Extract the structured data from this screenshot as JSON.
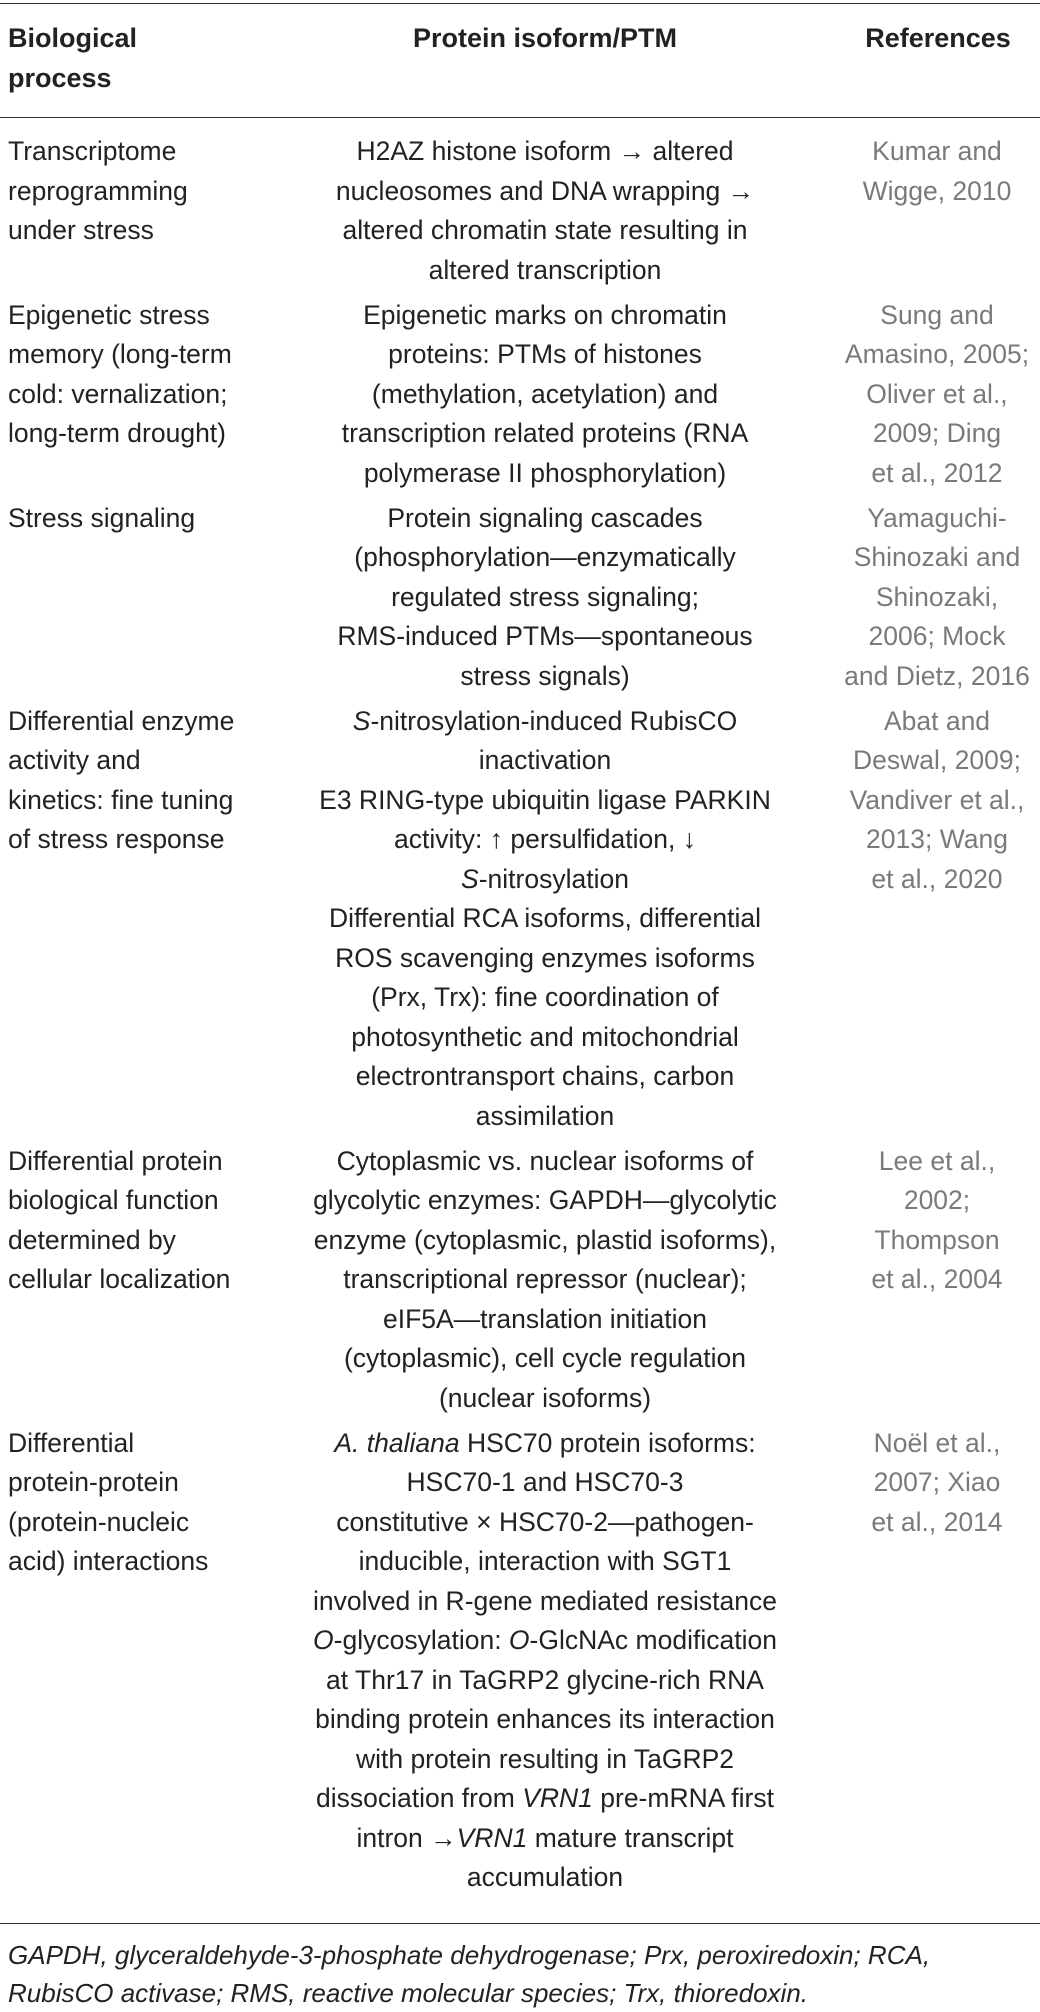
{
  "table": {
    "headers": {
      "biological_process_l1": "Biological",
      "biological_process_l2": "process",
      "protein_isoform": "Protein isoform/PTM",
      "references": "References"
    },
    "rows": [
      {
        "process": [
          "Transcriptome",
          "reprogramming",
          "under stress"
        ],
        "protein": [
          "H2AZ histone isoform → altered",
          "nucleosomes and DNA wrapping →",
          "altered chromatin state resulting in",
          "altered transcription"
        ],
        "refs": [
          "Kumar and",
          "Wigge, 2010"
        ]
      },
      {
        "process": [
          "Epigenetic stress",
          "memory (long-term",
          "cold: vernalization;",
          "long-term drought)"
        ],
        "protein": [
          "Epigenetic marks on chromatin",
          "proteins: PTMs of histones",
          "(methylation, acetylation) and",
          "transcription related proteins (RNA",
          "polymerase II phosphorylation)"
        ],
        "refs": [
          "Sung and",
          "Amasino, 2005;",
          "Oliver et al.,",
          "2009; Ding",
          "et al., 2012"
        ]
      },
      {
        "process": [
          "Stress signaling"
        ],
        "protein": [
          "Protein signaling cascades",
          "(phosphorylation—enzymatically",
          "regulated stress signaling;",
          "RMS-induced PTMs—spontaneous",
          "stress signals)"
        ],
        "refs": [
          "Yamaguchi-",
          "Shinozaki and",
          "Shinozaki,",
          "2006; Mock",
          "and Dietz, 2016"
        ]
      },
      {
        "process": [
          "Differential enzyme",
          "activity and",
          "kinetics: fine tuning",
          "of stress response"
        ],
        "protein_parts": [
          {
            "italic": "S",
            "text": "-nitrosylation-induced RubisCO"
          },
          {
            "text": "inactivation"
          },
          {
            "text": "E3 RING-type ubiquitin ligase PARKIN"
          },
          {
            "text": "activity: ↑ persulfidation, ↓"
          },
          {
            "italic": "S",
            "text": "-nitrosylation"
          },
          {
            "text": "Differential RCA isoforms, differential"
          },
          {
            "text": "ROS scavenging enzymes isoforms"
          },
          {
            "text": "(Prx, Trx): fine coordination of"
          },
          {
            "text": "photosynthetic and mitochondrial"
          },
          {
            "text": "electrontransport chains, carbon"
          },
          {
            "text": "assimilation"
          }
        ],
        "refs": [
          "Abat and",
          "Deswal, 2009;",
          "Vandiver et al.,",
          "2013; Wang",
          "et al., 2020"
        ]
      },
      {
        "process": [
          "Differential protein",
          "biological function",
          "determined by",
          "cellular localization"
        ],
        "protein": [
          "Cytoplasmic vs. nuclear isoforms of",
          "glycolytic enzymes: GAPDH—glycolytic",
          "enzyme (cytoplasmic, plastid isoforms),",
          "transcriptional repressor (nuclear);",
          "eIF5A—translation initiation",
          "(cytoplasmic), cell cycle regulation",
          "(nuclear isoforms)"
        ],
        "refs": [
          "Lee et al.,",
          "2002;",
          "Thompson",
          "et al., 2004"
        ]
      },
      {
        "process": [
          "Differential",
          "protein-protein",
          "(protein-nucleic",
          "acid) interactions"
        ],
        "protein_parts": [
          {
            "italic": "A. thaliana",
            "text": " HSC70 protein isoforms:"
          },
          {
            "text": "HSC70-1 and HSC70-3"
          },
          {
            "text": "constitutive × HSC70-2—pathogen-"
          },
          {
            "text": "inducible, interaction with SGT1"
          },
          {
            "text": "involved in R-gene mediated resistance"
          },
          {
            "italic": "O",
            "text": "-glycosylation: ",
            "italic2": "O",
            "text2": "-GlcNAc modification"
          },
          {
            "text": "at Thr17 in TaGRP2 glycine-rich RNA"
          },
          {
            "text": "binding protein enhances its interaction"
          },
          {
            "text": "with protein resulting in TaGRP2"
          },
          {
            "text": "dissociation from ",
            "italic": "VRN1",
            "text2": " pre-mRNA first",
            "order": "text-italic-text2"
          },
          {
            "text": "intron →",
            "italic": "VRN1",
            "text2": " mature transcript",
            "order": "text-italic-text2"
          },
          {
            "text": "accumulation"
          }
        ],
        "refs": [
          "Noël et al.,",
          "2007; Xiao",
          "et al., 2014"
        ]
      }
    ]
  },
  "footnote": {
    "line1": "GAPDH, glyceraldehyde-3-phosphate dehydrogenase; Prx, peroxiredoxin; RCA,",
    "line2": "RubisCO activase; RMS, reactive molecular species; Trx, thioredoxin."
  }
}
